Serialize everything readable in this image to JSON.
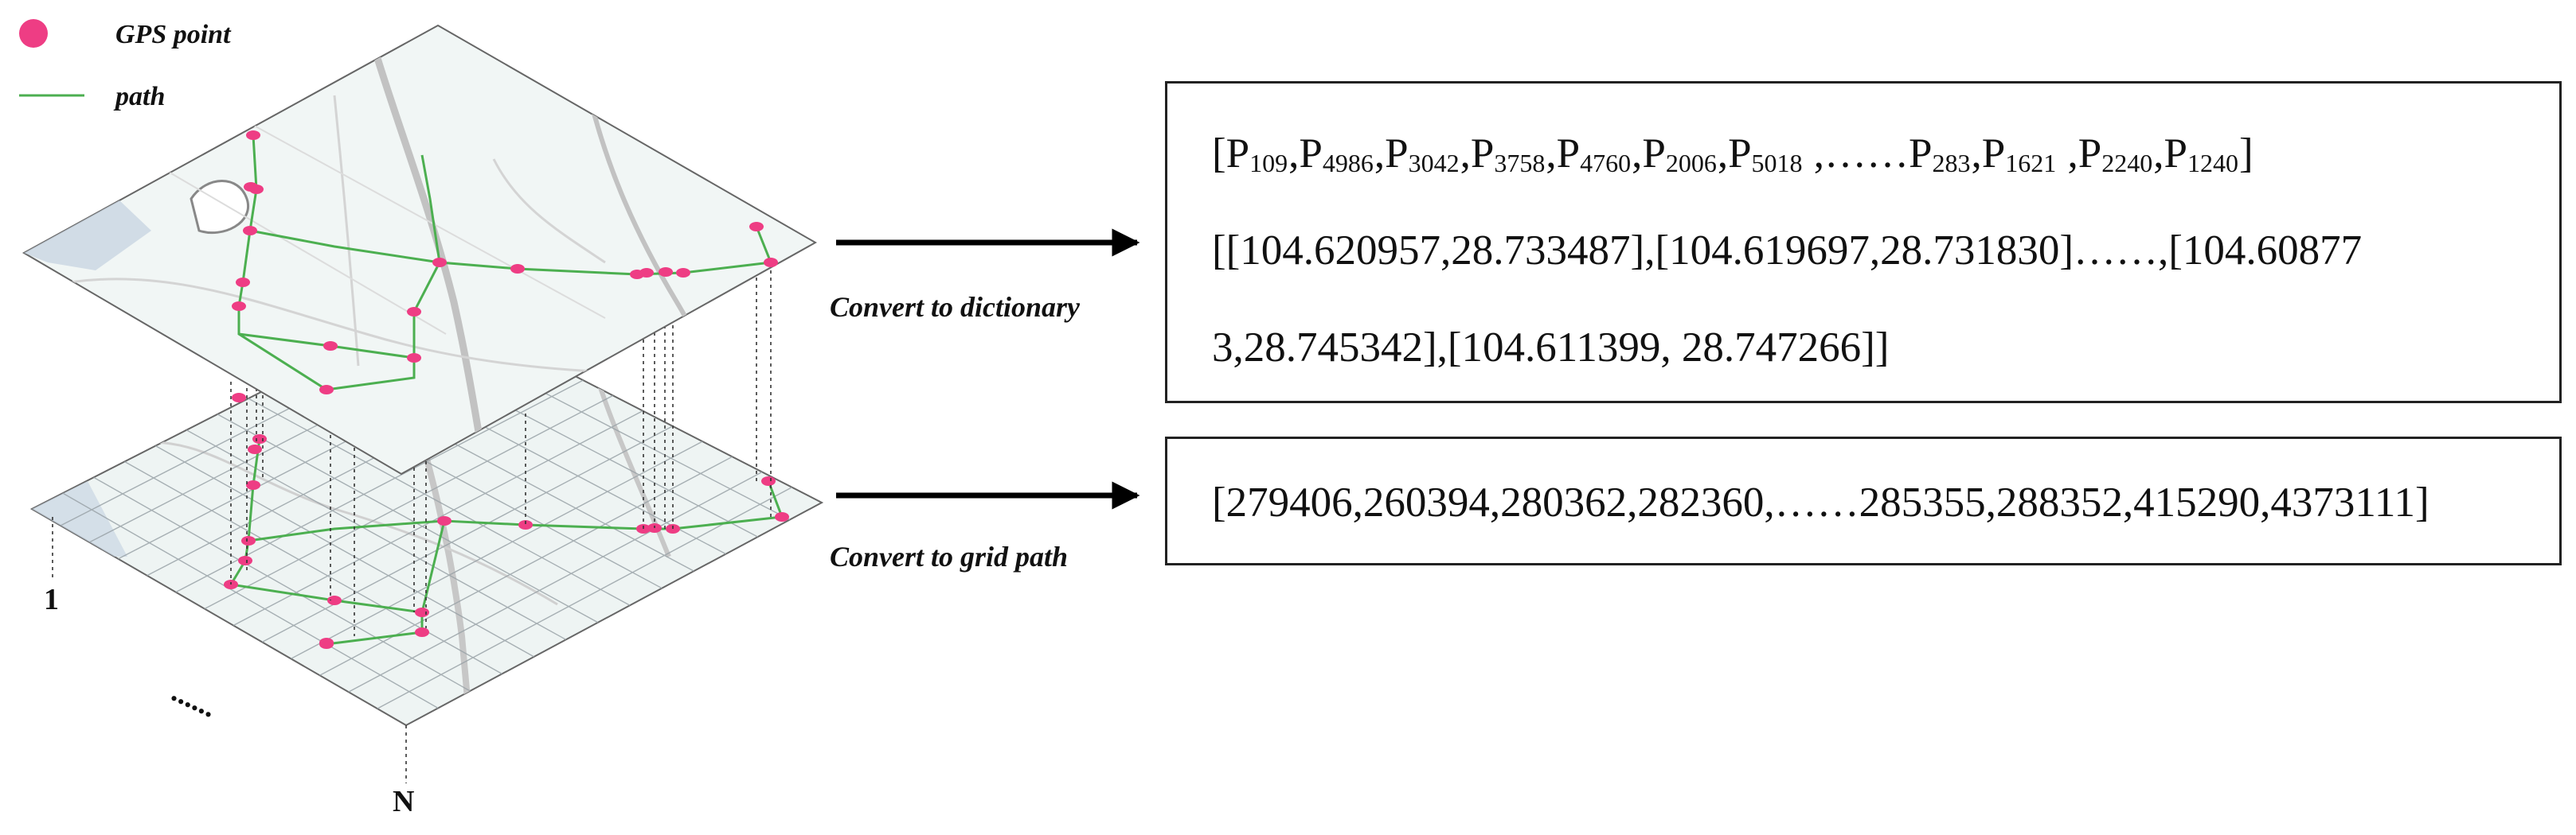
{
  "legend": {
    "gps_point": "GPS point",
    "path": "path",
    "gps_color": "#ee3d84",
    "path_color": "#4caf50"
  },
  "arrows": {
    "dictionary_label": "Convert to dictionary",
    "grid_label": "Convert to grid path"
  },
  "layers": {
    "first_index": "1",
    "ellipsis": "......",
    "last_index": "N"
  },
  "dictionary": {
    "open": "[",
    "close": "]",
    "points": [
      {
        "p": "P",
        "n": "109",
        "sep": ","
      },
      {
        "p": "P",
        "n": "4986",
        "sep": ","
      },
      {
        "p": "P",
        "n": "3042",
        "sep": ","
      },
      {
        "p": "P",
        "n": "3758",
        "sep": ","
      },
      {
        "p": "P",
        "n": "4760",
        "sep": ","
      },
      {
        "p": "P",
        "n": "2006",
        "sep": ","
      },
      {
        "p": "P",
        "n": "5018",
        "sep": " ,……"
      },
      {
        "p": "P",
        "n": "283",
        "sep": ","
      },
      {
        "p": "P",
        "n": "1621",
        "sep": " ,"
      },
      {
        "p": "P",
        "n": "2240",
        "sep": ","
      },
      {
        "p": "P",
        "n": "1240",
        "sep": ""
      }
    ],
    "coords_line1": "[[104.620957,28.733487],[104.619697,28.731830]……,[104.60877",
    "coords_line2": "3,28.745342],[104.611399,  28.747266]]"
  },
  "grid_path": "[279406,260394,280362,282360,……285355,288352,415290,4373111]"
}
